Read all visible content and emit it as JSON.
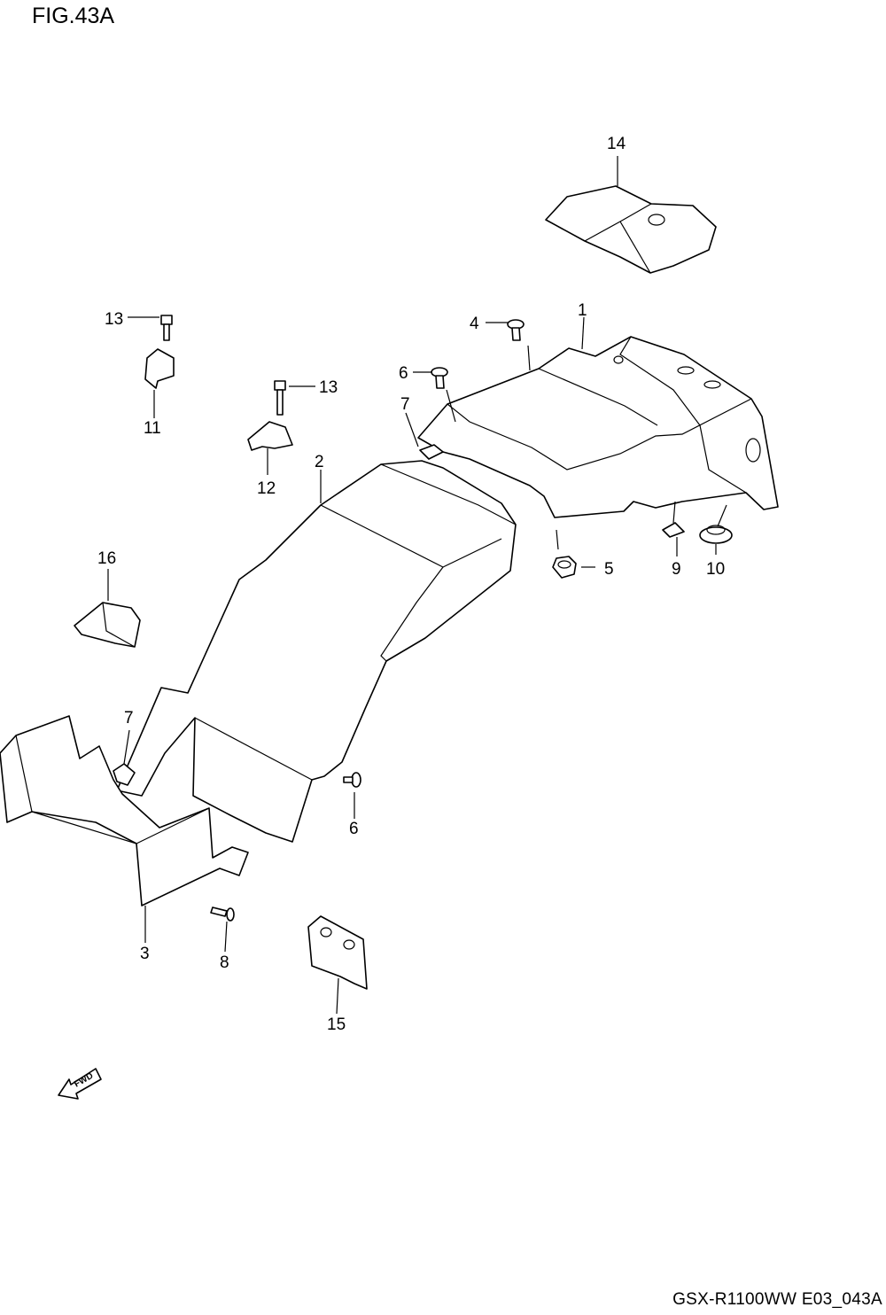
{
  "figure": {
    "title": "FIG.43A",
    "code": "GSX-R1100WW  E03_043A",
    "direction_label": "FWD"
  },
  "parts": [
    {
      "id": "rear-fender",
      "callout": "1"
    },
    {
      "id": "rear-fender-front",
      "callout": "2"
    },
    {
      "id": "mudguard",
      "callout": "3"
    },
    {
      "id": "screw",
      "callout": "4"
    },
    {
      "id": "nut",
      "callout": "5"
    },
    {
      "id": "screw-top",
      "callout": "6"
    },
    {
      "id": "screw-side",
      "callout": "6"
    },
    {
      "id": "clip-top",
      "callout": "7"
    },
    {
      "id": "clip-side",
      "callout": "7"
    },
    {
      "id": "bolt",
      "callout": "8"
    },
    {
      "id": "cushion",
      "callout": "9"
    },
    {
      "id": "grommet",
      "callout": "10"
    },
    {
      "id": "bracket-left",
      "callout": "11"
    },
    {
      "id": "bracket-right",
      "callout": "12"
    },
    {
      "id": "bolt-left",
      "callout": "13"
    },
    {
      "id": "bolt-right",
      "callout": "13"
    },
    {
      "id": "tool-bag",
      "callout": "14"
    },
    {
      "id": "plate",
      "callout": "15"
    },
    {
      "id": "cover",
      "callout": "16"
    }
  ]
}
